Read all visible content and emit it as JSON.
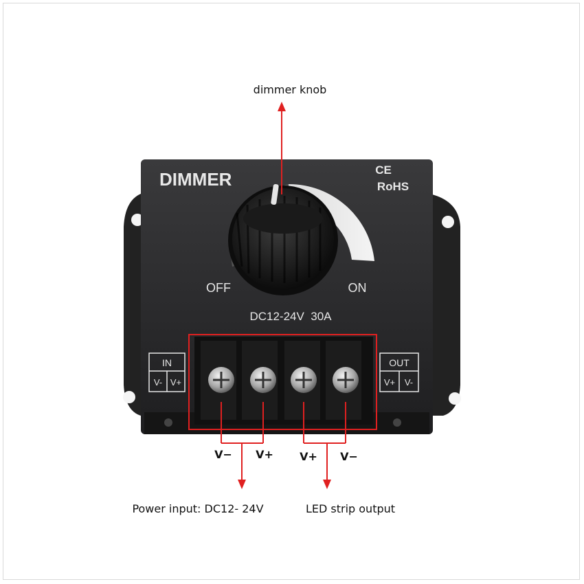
{
  "product": {
    "brand_label": "DIMMER",
    "cert_ce": "CE",
    "cert_rohs": "RoHS",
    "off_label": "OFF",
    "on_label": "ON",
    "rating": "DC12-24V  30A",
    "in_label": "IN",
    "in_terminals": [
      "V-",
      "V+"
    ],
    "out_label": "OUT",
    "out_terminals": [
      "V+",
      "V-"
    ]
  },
  "annotations": {
    "knob_callout": "dimmer knob",
    "input_polarity": [
      "V−",
      "V+"
    ],
    "output_polarity": [
      "V+",
      "V−"
    ],
    "input_callout": "Power input: DC12- 24V",
    "output_callout": "LED strip output"
  },
  "colors": {
    "annotation_red": "#e02020",
    "housing": "#2a2a2a",
    "screw": "#c8c8c8"
  }
}
